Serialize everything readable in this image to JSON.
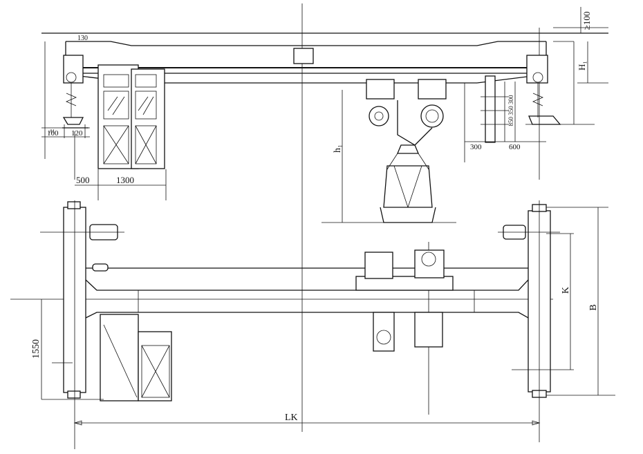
{
  "labels": {
    "dim_100_top": "≥100",
    "dim_130": "130",
    "dim_h1_upper": "H₁",
    "dim_h1_lower": "h₁",
    "dim_ge_left": "≥",
    "dim_100_left": "100",
    "dim_120": "120",
    "dim_500": "500",
    "dim_1300": "1300",
    "dim_300": "300",
    "dim_600": "600",
    "dim_850_350_300": "850 350 300",
    "dim_k": "K",
    "dim_b": "B",
    "dim_1550": "1550",
    "dim_lk": "LK"
  }
}
